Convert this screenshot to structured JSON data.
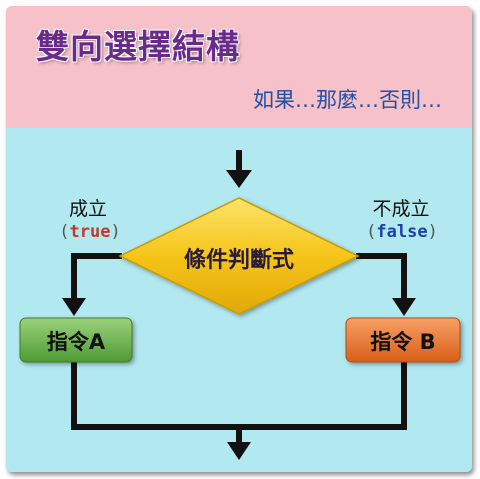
{
  "title": "雙向選擇結構",
  "subtitle": "如果…那麼…否則…",
  "decision": {
    "label": "條件判斷式"
  },
  "true_branch": {
    "label": "成立",
    "code_open": "(",
    "code": "true",
    "code_close": ")"
  },
  "false_branch": {
    "label": "不成立",
    "code_open": "(",
    "code": "false",
    "code_close": ")"
  },
  "box_a": {
    "label": "指令A"
  },
  "box_b": {
    "label": "指令 B"
  },
  "colors": {
    "header_bg": "#f6c1c8",
    "body_bg": "#b2e8ef",
    "title": "#6a2a8c",
    "subtitle": "#1f4fa6",
    "diamond": "#f5c518",
    "box_a": "#6ab04c",
    "box_b": "#e8742a",
    "true_keyword": "#c0392b",
    "false_keyword": "#1f3fa6"
  }
}
